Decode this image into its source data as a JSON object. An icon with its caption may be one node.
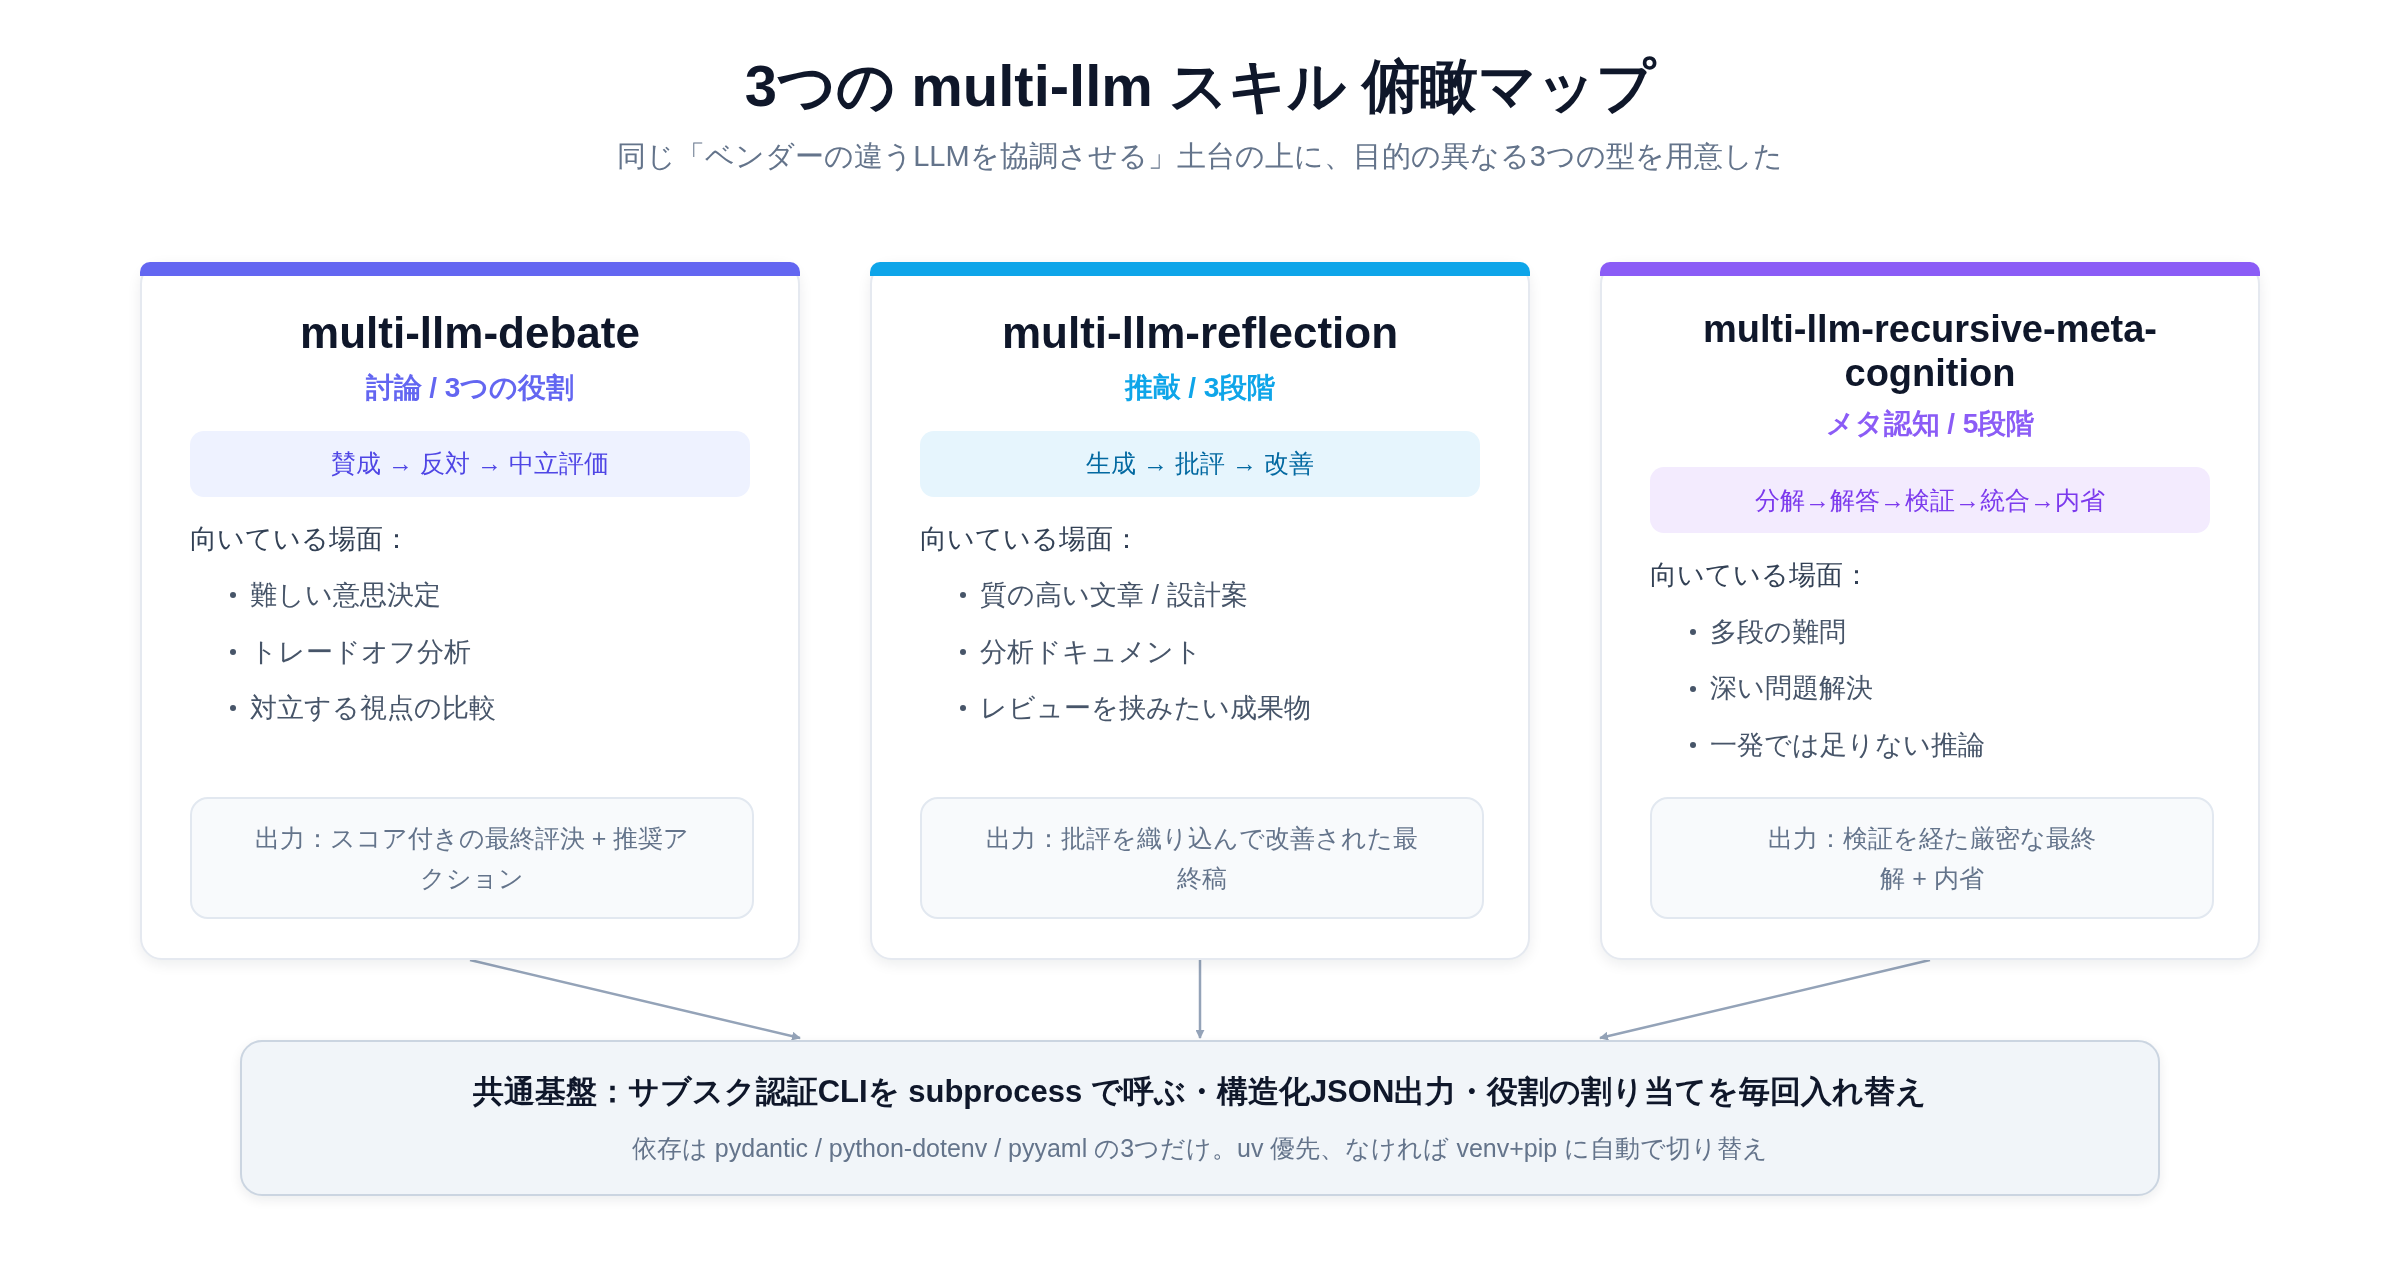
{
  "diagram": {
    "title": "3つの multi-llm スキル 俯瞰マップ",
    "caption": "同じ「ベンダーの違うLLMを協調させる」土台の上に、目的の異なる3つの型を用意した",
    "nodes": [
      {
        "text": [
          "multi-llm-debate",
          "討論 / 3つの役割",
          "向いている場面：",
          "難しい意思決定",
          "トレードオフ分析",
          "対立する視点の比較"
        ]
      },
      {
        "text": [
          "賛成 → 反対 → 中立評価"
        ],
        "in": 0
      },
      {
        "text": [
          "出力：スコア付きの最終評決 + 推奨アクション"
        ],
        "in": 0
      },
      {
        "text": [
          "multi-llm-reflection",
          "推敲 / 3段階",
          "向いている場面：",
          "質の高い文章 / 設計案",
          "分析ドキュメント",
          "レビューを挟みたい成果物"
        ]
      },
      {
        "text": [
          "生成 → 批評 → 改善"
        ],
        "in": 3
      },
      {
        "text": [
          "出力：批評を織り込んで改善された最終稿"
        ],
        "in": 3
      },
      {
        "text": [
          "multi-llm-recursive-meta-cognition",
          "メタ認知 / 5段階",
          "向いている場面：",
          "多段の難問",
          "深い問題解決",
          "一発では足りない推論"
        ]
      },
      {
        "text": [
          "分解→解答→検証→統合→内省"
        ],
        "in": 6
      },
      {
        "text": [
          "出力：検証を経た厳密な最終解 + 内省"
        ],
        "in": 6
      },
      {
        "text": [
          "共通基盤：サブスク認証CLIを subprocess で呼ぶ・構造化JSON出力・役割の割り当てを毎回入れ替え",
          "依存は pydantic / python-dotenv / pyyaml の3つだけ。uv 優先、なければ venv+pip に自動で切り替え"
        ]
      }
    ],
    "edges": [
      {
        "from": 0,
        "to": 9,
        "arrow": "to"
      },
      {
        "from": 3,
        "to": 9,
        "arrow": "to"
      },
      {
        "from": 6,
        "to": 9,
        "arrow": "to"
      }
    ]
  }
}
